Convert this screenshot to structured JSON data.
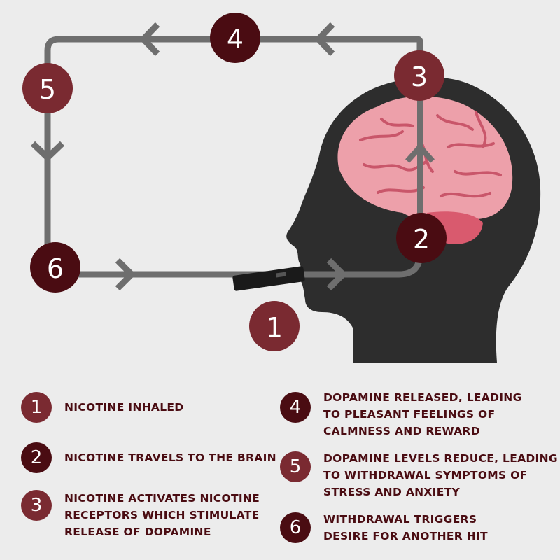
{
  "colors": {
    "badge_light": "#7a2a31",
    "badge_dark": "#4a0c12",
    "loop_line": "#6e6e6e",
    "head": "#2d2d2d",
    "brain": "#eda0aa",
    "background": "#ececec"
  },
  "badges": {
    "b1": "1",
    "b2": "2",
    "b3": "3",
    "b4": "4",
    "b5": "5",
    "b6": "6"
  },
  "legend": [
    {
      "number": "1",
      "text": "NICOTINE INHALED",
      "tone": "light"
    },
    {
      "number": "2",
      "text": "NICOTINE TRAVELS TO THE BRAIN",
      "tone": "dark"
    },
    {
      "number": "3",
      "text": "NICOTINE ACTIVATES NICOTINE\nRECEPTORS WHICH STIMULATE\nRELEASE OF DOPAMINE",
      "tone": "light"
    },
    {
      "number": "4",
      "text": "DOPAMINE RELEASED, LEADING\nTO PLEASANT FEELINGS OF\nCALMNESS AND REWARD",
      "tone": "dark"
    },
    {
      "number": "5",
      "text": "DOPAMINE LEVELS REDUCE, LEADING\nTO WITHDRAWAL SYMPTOMS OF\nSTRESS AND ANXIETY",
      "tone": "light"
    },
    {
      "number": "6",
      "text": "WITHDRAWAL TRIGGERS\nDESIRE FOR ANOTHER HIT",
      "tone": "dark"
    }
  ]
}
